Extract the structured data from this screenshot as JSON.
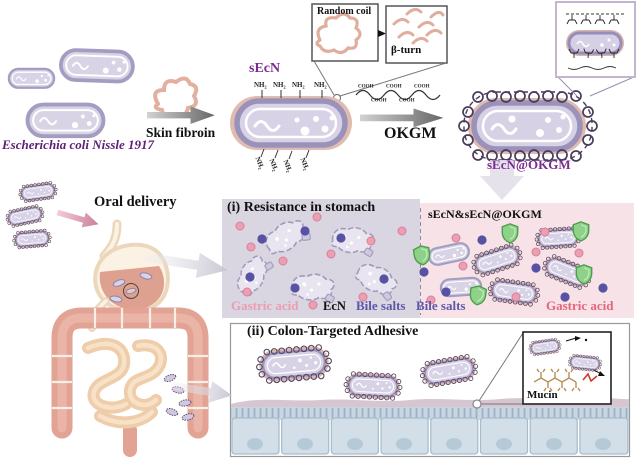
{
  "figure": {
    "description": "Schematic of silk-fibroin and OKGM coated Escherichia coli Nissle 1917 for oral delivery",
    "top_row": {
      "random_coil_label": "Random coil",
      "beta_turn_label": "β-turn",
      "ecoli_name": "Escherichia coli Nissle 1917",
      "skin_fibroin_label": "Skin fibroin",
      "secn_label": "sEcN",
      "nh2_label": "NH₂",
      "cooh_label": "COOH",
      "okgm_label": "OKGM",
      "secn_okgm_label": "sEcN@OKGM"
    },
    "delivery": {
      "oral_delivery_label": "Oral delivery"
    },
    "panel_i": {
      "title": "(i) Resistance in stomach",
      "right_title": "sEcN&sEcN@OKGM",
      "legend_left": {
        "gastric_acid": "Gastric acid",
        "ecn": "EcN",
        "bile_salts": "Bile salts"
      },
      "legend_right": {
        "bile_salts": "Bile salts",
        "gastric_acid": "Gastric acid"
      }
    },
    "panel_ii": {
      "title": "(ii) Colon-Targeted Adhesive",
      "mucin_label": "Mucin"
    },
    "colors": {
      "accent_purple_text": "#7b2b92",
      "ecoli_name_purple": "#5e2176",
      "bacterium_fill": "#d8d2e6",
      "bacterium_border": "#9b92ba",
      "fibroin_coat_tan": "#e0bbaf",
      "okgm_coil_dark": "#4a3d5c",
      "gastric_acid_pink": "#ec9fb3",
      "bile_salt_purple": "#5752a4",
      "shield_green": "#8ed289",
      "panel_i_left_bg": "#d9d5e1",
      "panel_i_right_bg": "#f7e2e8",
      "mucus_layer": "#d6c6d2",
      "epithelial_cell_blue": "#d2dfe8",
      "gut_salmon": "#e2a294"
    }
  }
}
